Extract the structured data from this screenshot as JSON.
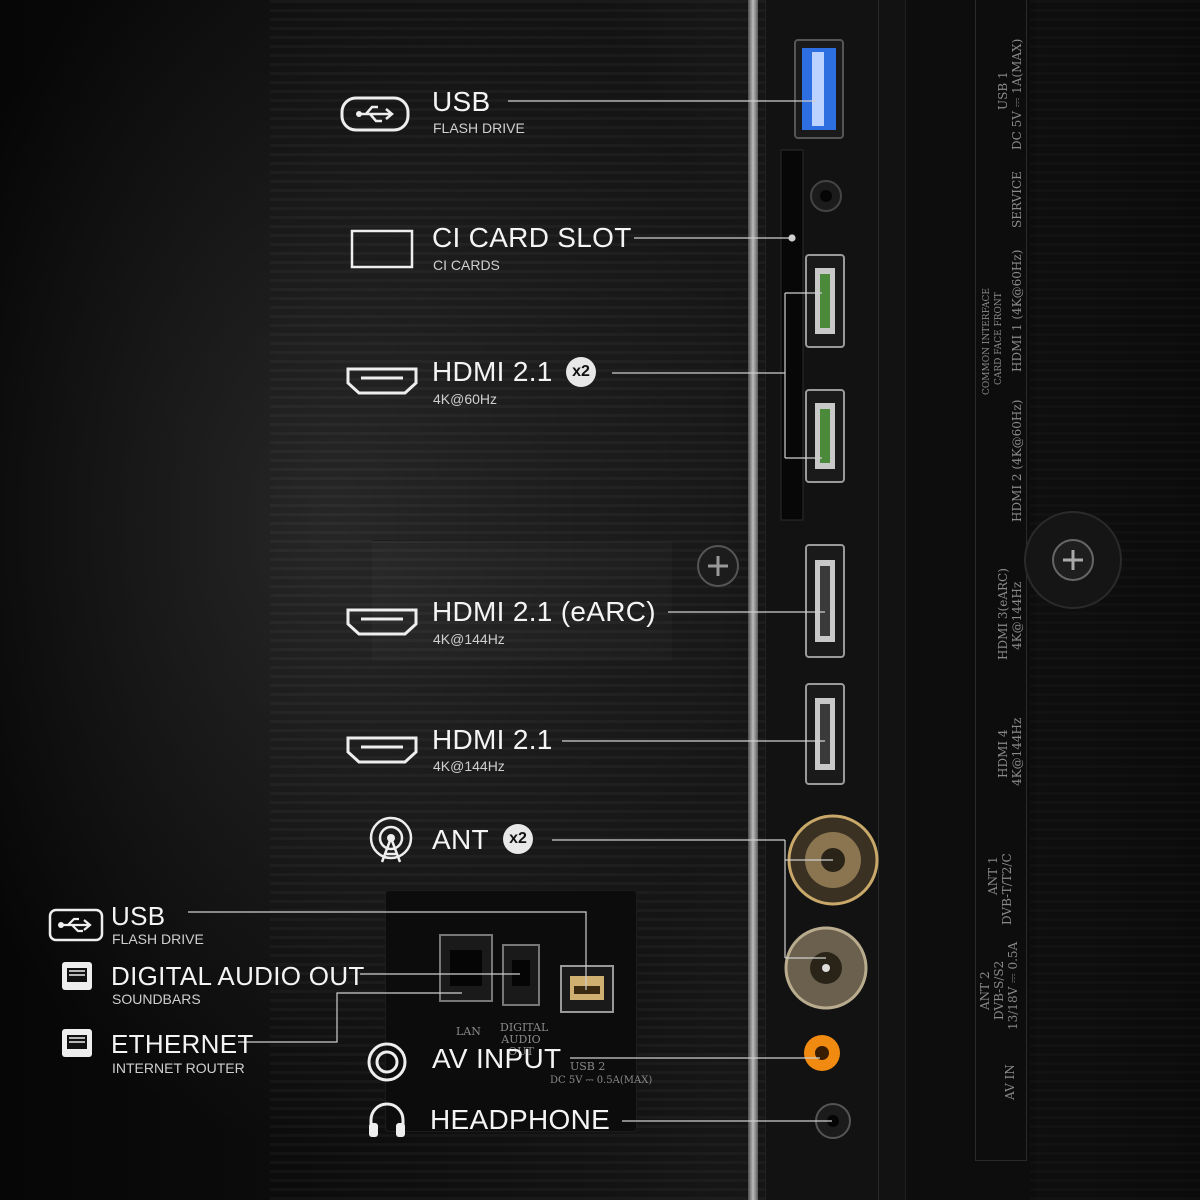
{
  "callouts": [
    {
      "id": "usb-top",
      "title": "USB",
      "subtitle": "FLASH DRIVE",
      "icon": "usb-icon"
    },
    {
      "id": "ci-card",
      "title": "CI CARD SLOT",
      "subtitle": "CI CARDS",
      "icon": "card-slot-icon"
    },
    {
      "id": "hdmi-x2",
      "title": "HDMI 2.1",
      "subtitle": "4K@60Hz",
      "badge": "x2",
      "icon": "hdmi-icon"
    },
    {
      "id": "hdmi-earc",
      "title": "HDMI 2.1 (eARC)",
      "subtitle": "4K@144Hz",
      "icon": "hdmi-icon"
    },
    {
      "id": "hdmi-single",
      "title": "HDMI 2.1",
      "subtitle": "4K@144Hz",
      "icon": "hdmi-icon"
    },
    {
      "id": "ant",
      "title": "ANT",
      "badge": "x2",
      "icon": "antenna-icon"
    },
    {
      "id": "usb-bottom",
      "title": "USB",
      "subtitle": "FLASH DRIVE",
      "icon": "usb-icon"
    },
    {
      "id": "digital-audio",
      "title": "DIGITAL AUDIO OUT",
      "subtitle": "SOUNDBARS",
      "icon": "optical-port-icon"
    },
    {
      "id": "ethernet",
      "title": "ETHERNET",
      "subtitle": "INTERNET ROUTER",
      "icon": "ethernet-icon"
    },
    {
      "id": "av-input",
      "title": "AV INPUT",
      "icon": "av-input-icon"
    },
    {
      "id": "headphone",
      "title": "HEADPHONE",
      "icon": "headphone-icon"
    }
  ],
  "panel_labels": {
    "usb1": "USB 1",
    "usb1_power": "DC 5V ⎓ 1A(MAX)",
    "service": "SERVICE",
    "common_interface": "COMMON INTERFACE",
    "card_face": "CARD FACE FRONT",
    "hdmi1": "HDMI 1 (4K@60Hz)",
    "hdmi2": "HDMI 2 (4K@60Hz)",
    "hdmi3": "HDMI 3(eARC)",
    "hdmi3_rate": "4K@144Hz",
    "hdmi4": "HDMI 4",
    "hdmi4_rate": "4K@144Hz",
    "ant1": "ANT 1",
    "ant1_std": "DVB-T/T2/C",
    "ant2": "ANT 2",
    "ant2_std": "DVB-S/S2",
    "ant2_power": "13/18V ⎓ 0.5A",
    "av_in": "AV IN",
    "lan": "LAN",
    "digital_audio_out": "DIGITAL AUDIO OUT",
    "usb2": "USB 2",
    "usb2_power": "DC 5V ⎓ 0.5A(MAX)"
  },
  "colors": {
    "background": "#050505",
    "text": "#f2f2f2",
    "badge": "#e8e8e8",
    "usb_blue": "#2d6fe0",
    "av_orange": "#f08a10",
    "gold": "#c9a96a"
  }
}
